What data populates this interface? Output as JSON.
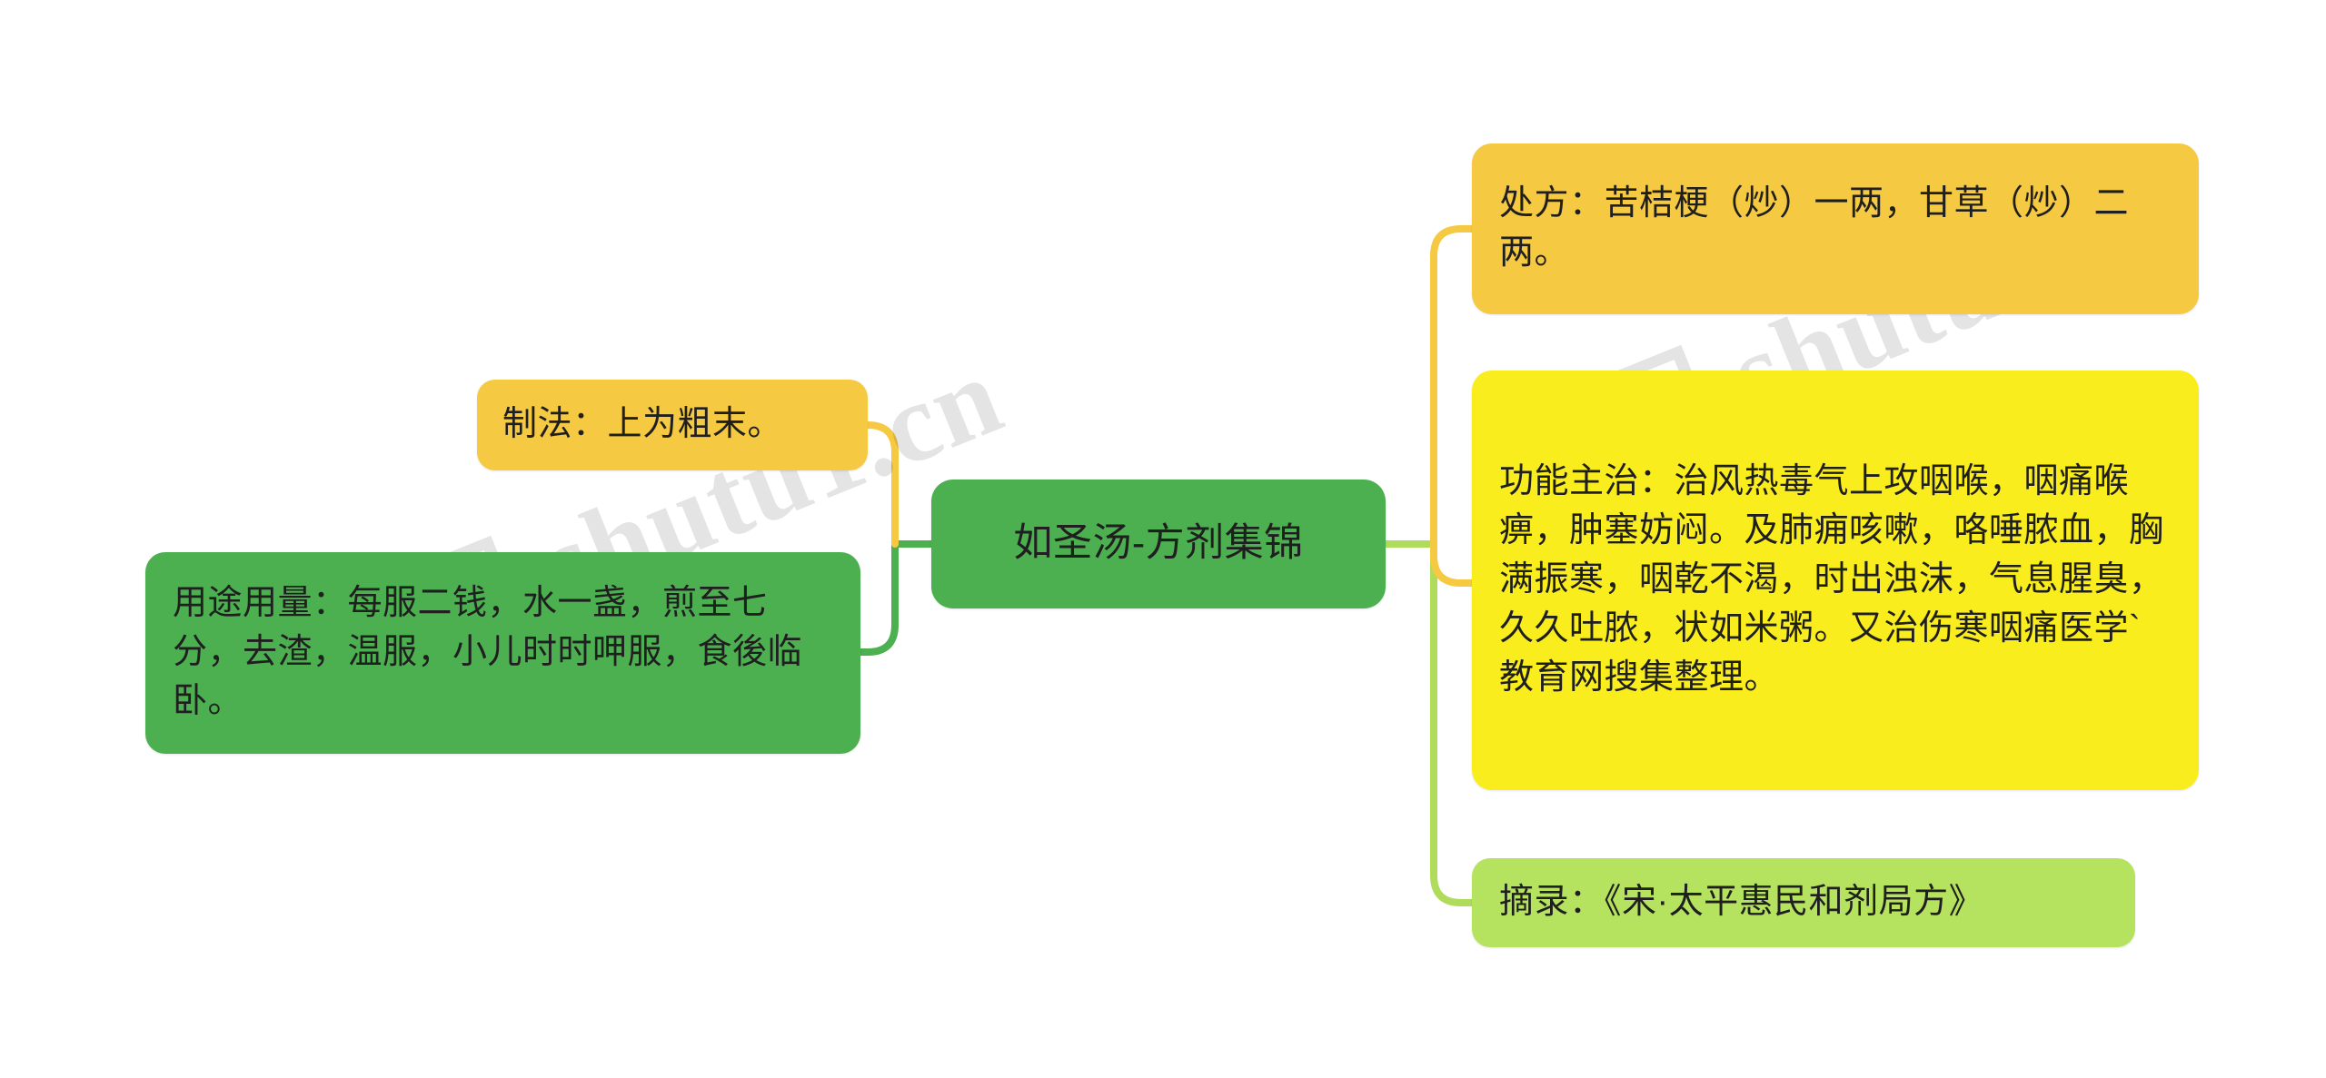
{
  "mindmap": {
    "root": {
      "label": "如圣汤-方剂集锦",
      "color": "#4CAF50"
    },
    "watermark": {
      "text_left": "树图 shutu1.cn",
      "text_right": "树图 shutu1.cn"
    },
    "branches": [
      {
        "id": "zhifa",
        "label": "制法：上为粗末。",
        "color": "#F5C941",
        "side": "left"
      },
      {
        "id": "yongtu",
        "label": "用途用量：每服二钱，水一盏，煎至七分，去渣，温服，小儿时时呷服，食後临卧。",
        "color": "#4CAF50",
        "side": "left"
      },
      {
        "id": "chufang",
        "label": "处方：苦桔梗（炒）一两，甘草（炒）二两。",
        "color": "#F5C941",
        "side": "right"
      },
      {
        "id": "gongneng",
        "label": "功能主治：治风热毒气上攻咽喉，咽痛喉痹，肿塞妨闷。及肺痈咳嗽，咯唾脓血，胸满振寒，咽乾不渴，时出浊沫，气息腥臭，久久吐脓，状如米粥。又治伤寒咽痛医学`教育网搜集整理。",
        "color": "#FAED1E",
        "side": "right"
      },
      {
        "id": "zhailu",
        "label": "摘录：《宋·太平惠民和剂局方》",
        "color": "#B5E25F",
        "side": "right"
      }
    ],
    "connector_colors": {
      "orange": "#F5C941",
      "green": "#4CAF50",
      "light_green": "#AFDC5B"
    }
  }
}
